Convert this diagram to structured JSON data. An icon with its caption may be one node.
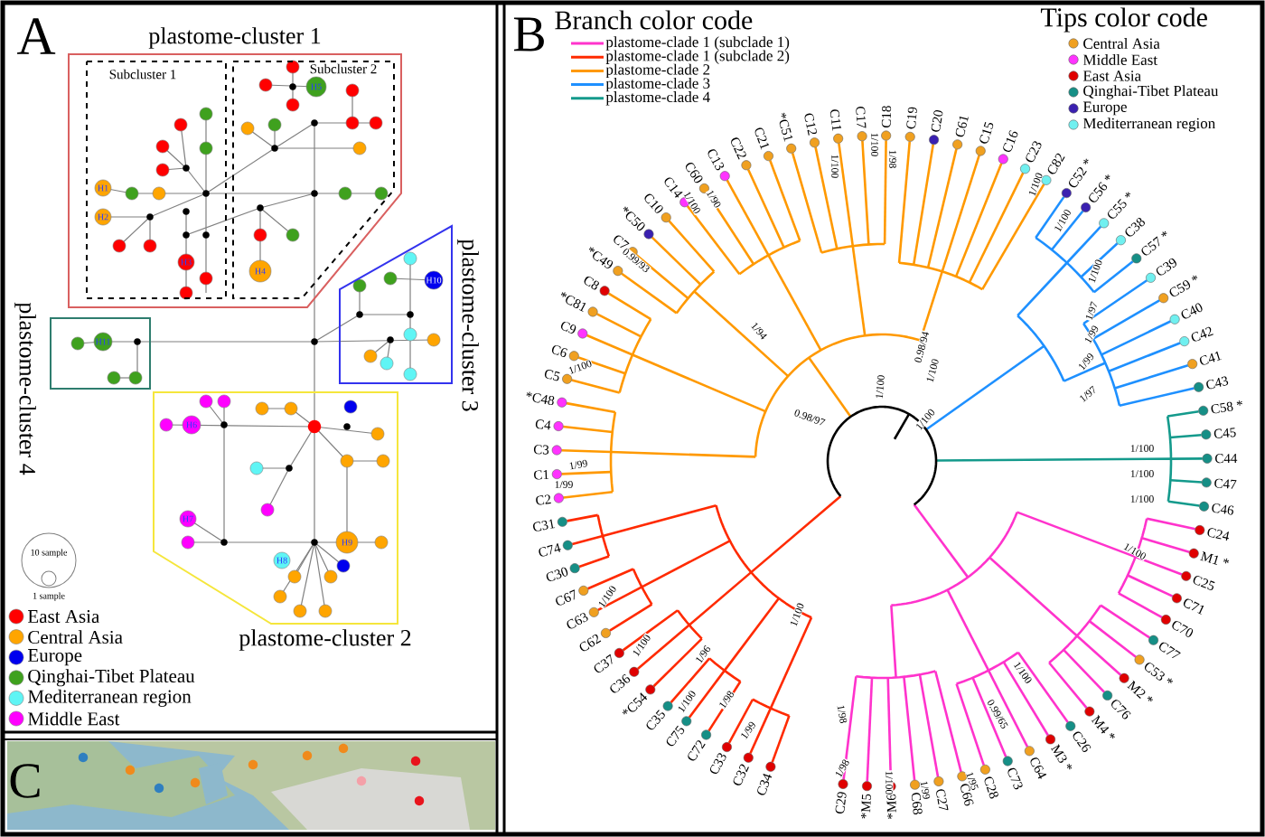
{
  "diagram": {
    "nodes": [
      {
        "text": [
          "plastome-cluster 1"
        ]
      },
      {
        "text": [
          "Subcluster 1"
        ],
        "in": 0
      },
      {
        "text": [
          "Subcluster 2"
        ],
        "in": 0
      },
      {
        "text": [
          "H1"
        ],
        "in": 1
      },
      {
        "text": [
          "H2"
        ],
        "in": 1
      },
      {
        "text": [
          "H3"
        ],
        "in": 1
      },
      {
        "text": [
          "H4"
        ],
        "in": 2
      },
      {
        "text": [
          "H5"
        ],
        "in": 2
      },
      {
        "text": [
          "plastome-cluster 4"
        ]
      },
      {
        "text": [
          "H11"
        ],
        "in": 8
      },
      {
        "text": [
          "plastome-cluster 3"
        ]
      },
      {
        "text": [
          "H10"
        ],
        "in": 10
      },
      {
        "text": [
          "plastome-cluster 2"
        ]
      },
      {
        "text": [
          "H6"
        ],
        "in": 12
      },
      {
        "text": [
          "H7"
        ],
        "in": 12
      },
      {
        "text": [
          "H8"
        ],
        "in": 12
      },
      {
        "text": [
          "H9"
        ],
        "in": 12
      }
    ],
    "labels": [
      "A",
      "10 sample",
      "1 sample",
      "C",
      "B",
      "Branch color code",
      "Tips color code",
      "C34",
      "C32",
      "C33",
      "C72",
      "C75",
      "C35",
      "*C54",
      "C36",
      "C37",
      "C62",
      "C63",
      "C67",
      "C30",
      "C74",
      "C31",
      "C2",
      "C1",
      "C3",
      "C4",
      "*C48",
      "C5",
      "C6",
      "C9",
      "*C81",
      "C8",
      "*C49",
      "C7",
      "*C50",
      "C10",
      "C14",
      "C60",
      "C13",
      "C22",
      "C21",
      "*C51",
      "C12",
      "C11",
      "C17",
      "C18",
      "C19",
      "C20",
      "C61",
      "C15",
      "C16",
      "C23",
      "C82",
      "C52 *",
      "C56 *",
      "C55 *",
      "C38",
      "C57 *",
      "C39",
      "C59 *",
      "C40",
      "C42",
      "C41",
      "C43",
      "C58 *",
      "C45",
      "C44",
      "C47",
      "C46",
      "C24",
      "M1 *",
      "C25",
      "C71",
      "C70",
      "C77",
      "C53 *",
      "M2 *",
      "C76",
      "M4 *",
      "C26",
      "M3 *",
      "C64",
      "C73",
      "C28",
      "C66",
      "C27",
      "C68",
      "*M6",
      "*M5",
      "C29",
      "0.99/93",
      "1/100",
      "1/90",
      "1/100",
      "1/100",
      "1/98",
      "1/100",
      "1/100",
      "1/100",
      "1/97",
      "1/99",
      "1/99",
      "1/97",
      "1/94",
      "0.98/94",
      "1/100",
      "1/100",
      "1/100",
      "0.98/97",
      "1/100",
      "1/100",
      "1/100",
      "1/100",
      "1/99",
      "1/99",
      "1/100",
      "1/100",
      "1/96",
      "1/100",
      "1/98",
      "1/99",
      "1/100",
      "1/98",
      "1/98",
      "1/100",
      "1/99",
      "1/95",
      "0.99/65",
      "1/100",
      "1/100"
    ],
    "legend": [
      {
        "text": "East Asia",
        "color": "#ff0000"
      },
      {
        "text": "Central Asia",
        "color": "#ffa500"
      },
      {
        "text": "Europe",
        "color": "#0000ee"
      },
      {
        "text": "Qinghai-Tibet Plateau",
        "color": "#3fa11e"
      },
      {
        "text": "Mediterranean region",
        "color": "#5ff5f5"
      },
      {
        "text": "Middle East",
        "color": "#ff00ff"
      },
      {
        "text": "plastome-clade 1 (subclade 1)"
      },
      {
        "text": "plastome-clade 1 (subclade 2)"
      },
      {
        "text": "plastome-clade 2"
      },
      {
        "text": "plastome-clade 3"
      },
      {
        "text": "plastome-clade 4"
      },
      {
        "text": "Central Asia",
        "color": "#f0a020"
      },
      {
        "text": "Middle East",
        "color": "#ff33ff"
      },
      {
        "text": "East Asia",
        "color": "#e00000"
      },
      {
        "text": "Qinghai-Tibet Plateau",
        "color": "#168f86"
      },
      {
        "text": "Europe",
        "color": "#3a20b0"
      },
      {
        "text": "Mediterranean region",
        "color": "#70f0f0"
      }
    ]
  }
}
